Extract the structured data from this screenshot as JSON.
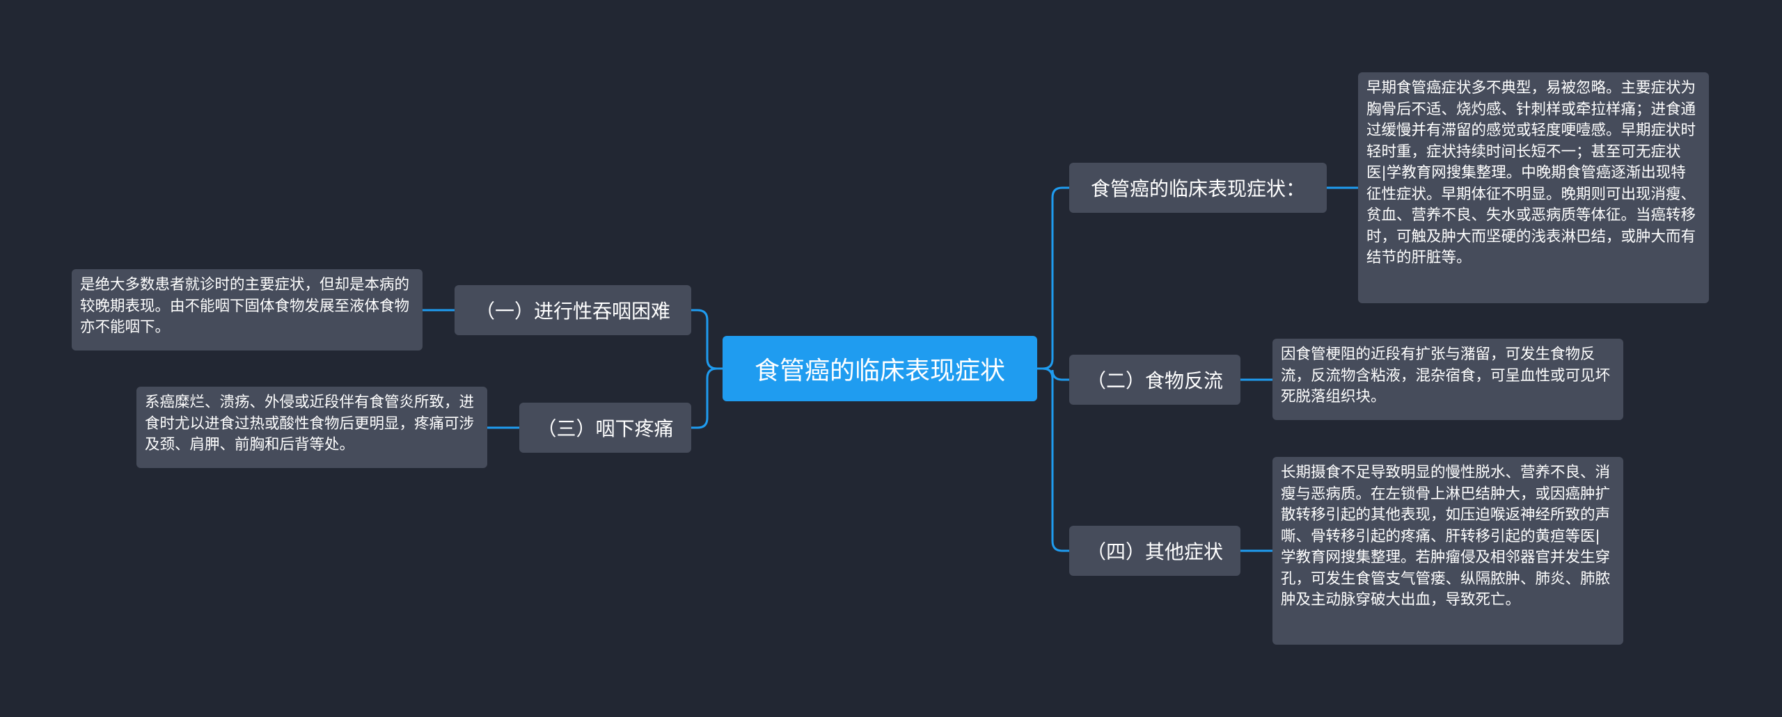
{
  "colors": {
    "background": "#222733",
    "root": "#1f9cf0",
    "node": "#464c5b",
    "link": "#1f9cf0",
    "text": "#ffffff"
  },
  "root": {
    "label": "食管癌的临床表现症状"
  },
  "branches": {
    "b1": {
      "label": "（一）进行性吞咽困难"
    },
    "b3": {
      "label": "（三）咽下疼痛"
    },
    "b0": {
      "label": "食管癌的临床表现症状："
    },
    "b2": {
      "label": "（二）食物反流"
    },
    "b4": {
      "label": "（四）其他症状"
    }
  },
  "leaves": {
    "l1": {
      "text": "是绝大多数患者就诊时的主要症状，但却是本病的较晚期表现。由不能咽下固体食物发展至液体食物亦不能咽下。"
    },
    "l3": {
      "text": "系癌糜烂、溃疡、外侵或近段伴有食管炎所致，进食时尤以进食过热或酸性食物后更明显，疼痛可涉及颈、肩胛、前胸和后背等处。"
    },
    "l0": {
      "text": "早期食管癌症状多不典型，易被忽略。主要症状为胸骨后不适、烧灼感、针刺样或牵拉样痛；进食通过缓慢并有滞留的感觉或轻度哽噎感。早期症状时轻时重，症状持续时间长短不一；甚至可无症状医|学教育网搜集整理。中晚期食管癌逐渐出现特征性症状。早期体征不明显。晚期则可出现消瘦、贫血、营养不良、失水或恶病质等体征。当癌转移时，可触及肿大而坚硬的浅表淋巴结，或肿大而有结节的肝脏等。"
    },
    "l2": {
      "text": "因食管梗阻的近段有扩张与潴留，可发生食物反流，反流物含粘液，混杂宿食，可呈血性或可见坏死脱落组织块。"
    },
    "l4": {
      "text": "长期摄食不足导致明显的慢性脱水、营养不良、消瘦与恶病质。在左锁骨上淋巴结肿大，或因癌肿扩散转移引起的其他表现，如压迫喉返神经所致的声嘶、骨转移引起的疼痛、肝转移引起的黄疸等医|学教育网搜集整理。若肿瘤侵及相邻器官并发生穿孔，可发生食管支气管瘘、纵隔脓肿、肺炎、肺脓肿及主动脉穿破大出血，导致死亡。"
    }
  }
}
